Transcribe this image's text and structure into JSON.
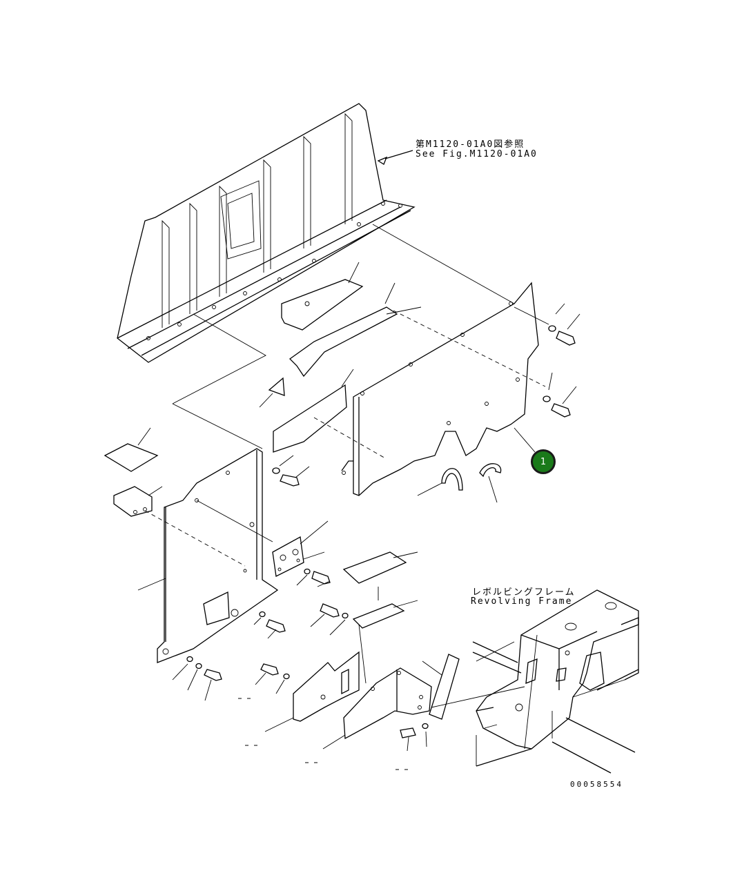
{
  "reference_note": {
    "line_jp": "第M1120-01A0図参照",
    "line_en": "See Fig.M1120-01A0"
  },
  "frame_label": {
    "line_jp": "レボルビングフレーム",
    "line_en": "Revolving Frame"
  },
  "callout": {
    "number": "1",
    "color": "#1a7a1a"
  },
  "drawing_number": "00058554"
}
